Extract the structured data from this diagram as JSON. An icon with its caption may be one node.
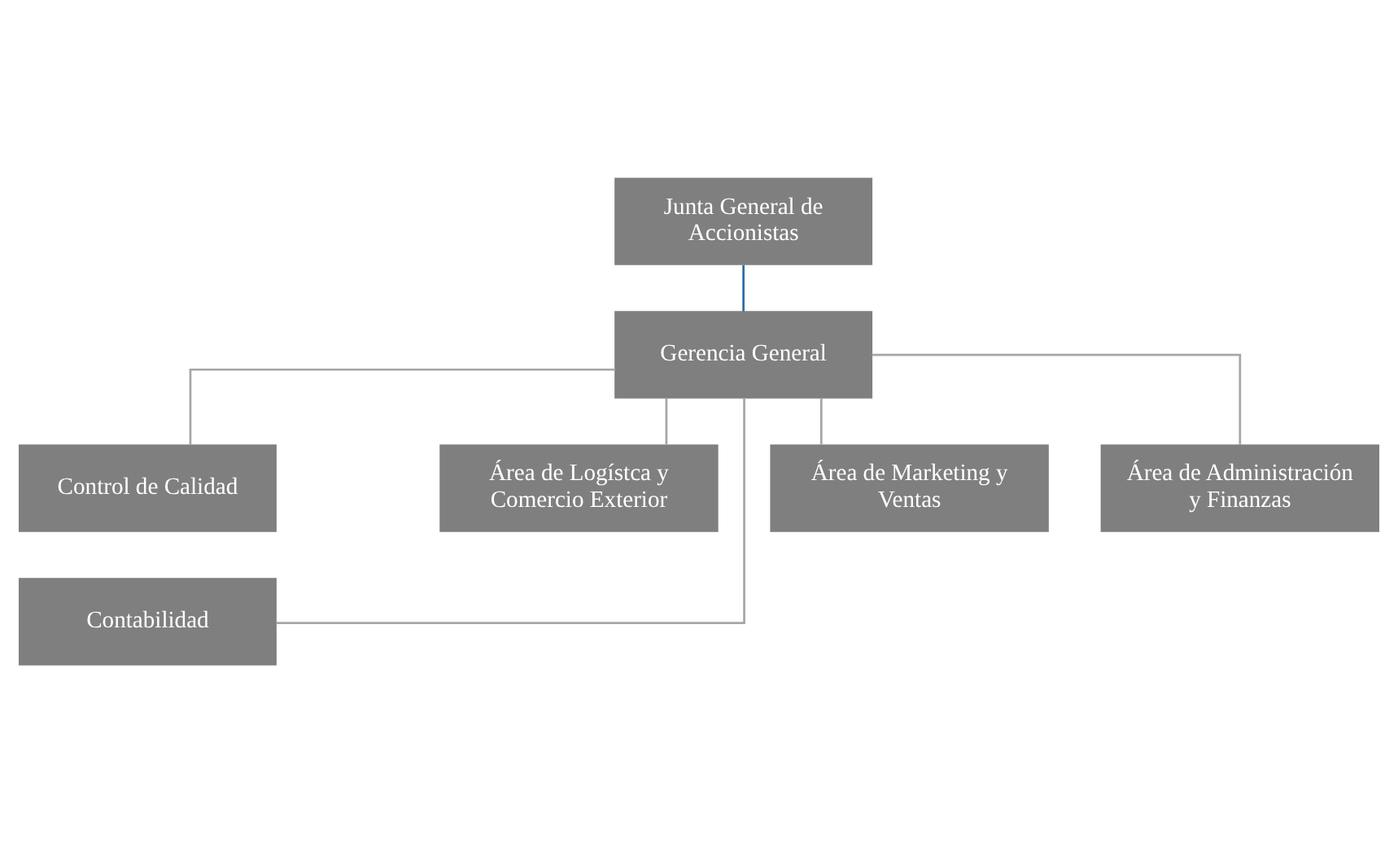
{
  "diagram": {
    "nodes": [
      {
        "text": [
          "Junta General de Accionistas"
        ]
      },
      {
        "text": [
          "Gerencia General"
        ]
      },
      {
        "text": [
          "Control de Calidad"
        ]
      },
      {
        "text": [
          "Contabilidad"
        ]
      },
      {
        "text": [
          "Área de Logístca y Comercio Exterior"
        ]
      },
      {
        "text": [
          "Área de Marketing y Ventas"
        ]
      },
      {
        "text": [
          "Área de Administración y Finanzas"
        ]
      }
    ],
    "edges": [
      {
        "from": 0,
        "to": 1,
        "arrow": "none",
        "color": "#2e6da4"
      },
      {
        "from": 1,
        "to": 2,
        "arrow": "none"
      },
      {
        "from": 1,
        "to": 3,
        "arrow": "none"
      },
      {
        "from": 1,
        "to": 4,
        "arrow": "none"
      },
      {
        "from": 1,
        "to": 5,
        "arrow": "none"
      },
      {
        "from": 1,
        "to": 6,
        "arrow": "none"
      }
    ]
  }
}
